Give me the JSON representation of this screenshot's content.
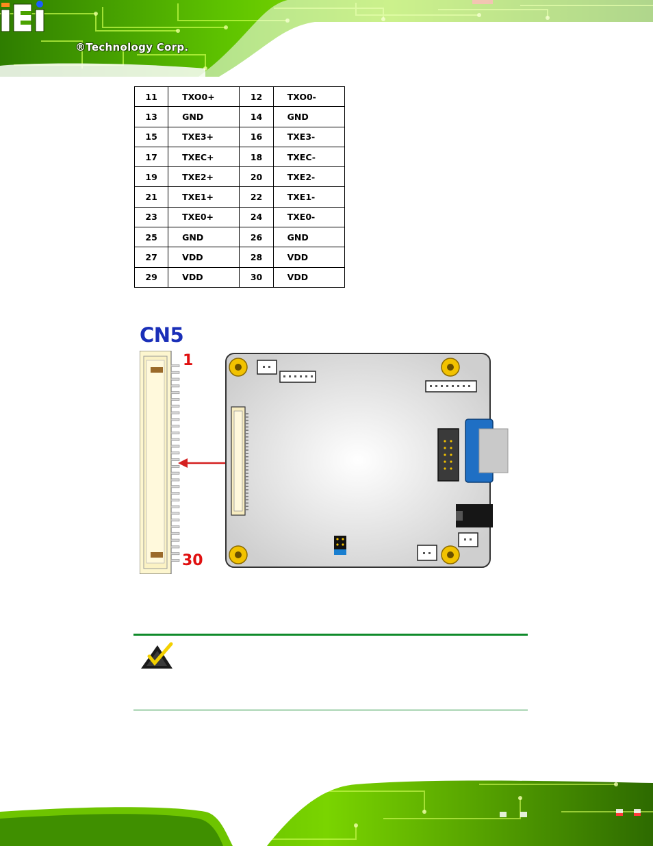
{
  "header": {
    "logo_text": "®Technology Corp."
  },
  "pin_table": {
    "rows": [
      [
        {
          "pin": "11",
          "signal": "TXO0+"
        },
        {
          "pin": "12",
          "signal": "TXO0-"
        }
      ],
      [
        {
          "pin": "13",
          "signal": "GND"
        },
        {
          "pin": "14",
          "signal": "GND"
        }
      ],
      [
        {
          "pin": "15",
          "signal": "TXE3+"
        },
        {
          "pin": "16",
          "signal": "TXE3-"
        }
      ],
      [
        {
          "pin": "17",
          "signal": "TXEC+"
        },
        {
          "pin": "18",
          "signal": "TXEC-"
        }
      ],
      [
        {
          "pin": "19",
          "signal": "TXE2+"
        },
        {
          "pin": "20",
          "signal": "TXE2-"
        }
      ],
      [
        {
          "pin": "21",
          "signal": "TXE1+"
        },
        {
          "pin": "22",
          "signal": "TXE1-"
        }
      ],
      [
        {
          "pin": "23",
          "signal": "TXE0+"
        },
        {
          "pin": "24",
          "signal": "TXE0-"
        }
      ],
      [
        {
          "pin": "25",
          "signal": "GND"
        },
        {
          "pin": "26",
          "signal": "GND"
        }
      ],
      [
        {
          "pin": "27",
          "signal": "VDD"
        },
        {
          "pin": "28",
          "signal": "VDD"
        }
      ],
      [
        {
          "pin": "29",
          "signal": "VDD"
        },
        {
          "pin": "30",
          "signal": "VDD"
        }
      ]
    ]
  },
  "diagram": {
    "connector_label": "CN5",
    "first_pin": "1",
    "last_pin": "30",
    "connector_pin_count": 30,
    "colors": {
      "label": "#1a2fb8",
      "pin_numbers": "#e01010",
      "arrow": "#d42020",
      "board": "#d9d9d9"
    }
  },
  "note": {
    "icon": "note-check-icon",
    "rule_color": "#0f8a2a"
  }
}
